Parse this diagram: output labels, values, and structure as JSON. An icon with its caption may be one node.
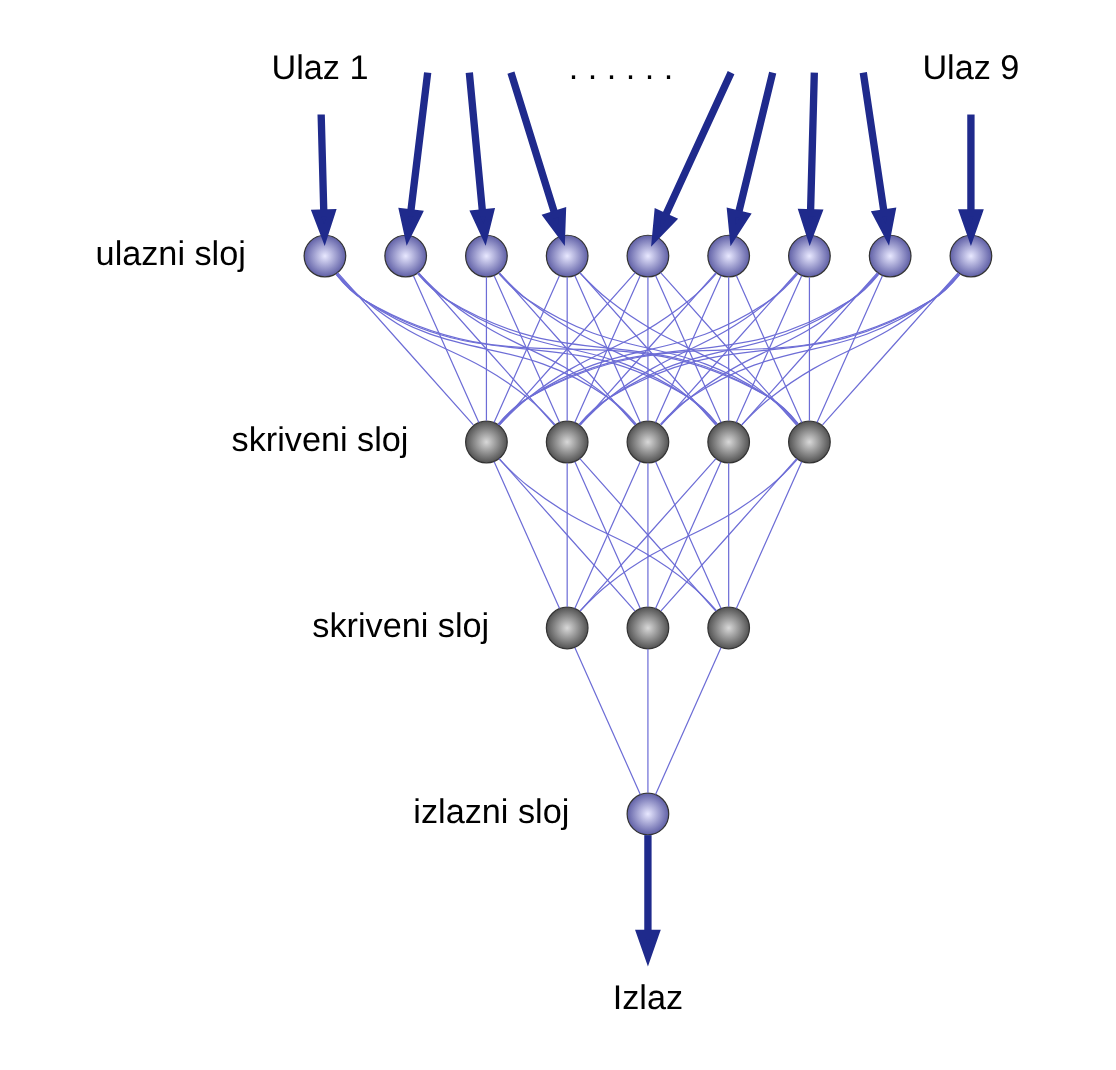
{
  "diagram": {
    "nodes": [
      {
        "text": [
          "Ulaz 1"
        ]
      },
      {
        "text": [
          "Ulaz 9"
        ]
      },
      {
        "text": [],
        "shape": "circle"
      },
      {
        "text": [],
        "shape": "circle"
      },
      {
        "text": [],
        "shape": "circle"
      },
      {
        "text": [],
        "shape": "circle"
      },
      {
        "text": [],
        "shape": "circle"
      },
      {
        "text": [],
        "shape": "circle"
      },
      {
        "text": [],
        "shape": "circle"
      },
      {
        "text": [],
        "shape": "circle"
      },
      {
        "text": [],
        "shape": "circle"
      },
      {
        "text": [],
        "shape": "circle"
      },
      {
        "text": [],
        "shape": "circle"
      },
      {
        "text": [],
        "shape": "circle"
      },
      {
        "text": [],
        "shape": "circle"
      },
      {
        "text": [],
        "shape": "circle"
      },
      {
        "text": [],
        "shape": "circle"
      },
      {
        "text": [],
        "shape": "circle"
      },
      {
        "text": [],
        "shape": "circle"
      },
      {
        "text": [],
        "shape": "circle"
      },
      {
        "text": [
          "Izlaz"
        ]
      }
    ],
    "edges": [
      {
        "from": 0,
        "to": 2,
        "arrow": "to",
        "style": "thick",
        "color": "#1f2a8c"
      },
      {
        "from": null,
        "to": 3,
        "arrow": "to",
        "style": "thick",
        "color": "#1f2a8c"
      },
      {
        "from": null,
        "to": 4,
        "arrow": "to",
        "style": "thick",
        "color": "#1f2a8c"
      },
      {
        "from": null,
        "to": 5,
        "arrow": "to",
        "style": "thick",
        "color": "#1f2a8c"
      },
      {
        "from": null,
        "to": 6,
        "arrow": "to",
        "style": "thick",
        "color": "#1f2a8c"
      },
      {
        "from": null,
        "to": 7,
        "arrow": "to",
        "style": "thick",
        "color": "#1f2a8c"
      },
      {
        "from": null,
        "to": 8,
        "arrow": "to",
        "style": "thick",
        "color": "#1f2a8c"
      },
      {
        "from": null,
        "to": 9,
        "arrow": "to",
        "style": "thick",
        "color": "#1f2a8c"
      },
      {
        "from": 1,
        "to": 10,
        "arrow": "to",
        "style": "thick",
        "color": "#1f2a8c"
      },
      {
        "from": 2,
        "to": 11,
        "arrow": "none"
      },
      {
        "from": 2,
        "to": 12,
        "arrow": "none"
      },
      {
        "from": 2,
        "to": 13,
        "arrow": "none"
      },
      {
        "from": 2,
        "to": 14,
        "arrow": "none"
      },
      {
        "from": 2,
        "to": 15,
        "arrow": "none"
      },
      {
        "from": 3,
        "to": 11,
        "arrow": "none"
      },
      {
        "from": 3,
        "to": 12,
        "arrow": "none"
      },
      {
        "from": 3,
        "to": 13,
        "arrow": "none"
      },
      {
        "from": 3,
        "to": 14,
        "arrow": "none"
      },
      {
        "from": 3,
        "to": 15,
        "arrow": "none"
      },
      {
        "from": 4,
        "to": 11,
        "arrow": "none"
      },
      {
        "from": 4,
        "to": 12,
        "arrow": "none"
      },
      {
        "from": 4,
        "to": 13,
        "arrow": "none"
      },
      {
        "from": 4,
        "to": 14,
        "arrow": "none"
      },
      {
        "from": 4,
        "to": 15,
        "arrow": "none"
      },
      {
        "from": 5,
        "to": 11,
        "arrow": "none"
      },
      {
        "from": 5,
        "to": 12,
        "arrow": "none"
      },
      {
        "from": 5,
        "to": 13,
        "arrow": "none"
      },
      {
        "from": 5,
        "to": 14,
        "arrow": "none"
      },
      {
        "from": 5,
        "to": 15,
        "arrow": "none"
      },
      {
        "from": 6,
        "to": 11,
        "arrow": "none"
      },
      {
        "from": 6,
        "to": 12,
        "arrow": "none"
      },
      {
        "from": 6,
        "to": 13,
        "arrow": "none"
      },
      {
        "from": 6,
        "to": 14,
        "arrow": "none"
      },
      {
        "from": 6,
        "to": 15,
        "arrow": "none"
      },
      {
        "from": 7,
        "to": 11,
        "arrow": "none"
      },
      {
        "from": 7,
        "to": 12,
        "arrow": "none"
      },
      {
        "from": 7,
        "to": 13,
        "arrow": "none"
      },
      {
        "from": 7,
        "to": 14,
        "arrow": "none"
      },
      {
        "from": 7,
        "to": 15,
        "arrow": "none"
      },
      {
        "from": 8,
        "to": 11,
        "arrow": "none"
      },
      {
        "from": 8,
        "to": 12,
        "arrow": "none"
      },
      {
        "from": 8,
        "to": 13,
        "arrow": "none"
      },
      {
        "from": 8,
        "to": 14,
        "arrow": "none"
      },
      {
        "from": 8,
        "to": 15,
        "arrow": "none"
      },
      {
        "from": 9,
        "to": 11,
        "arrow": "none"
      },
      {
        "from": 9,
        "to": 12,
        "arrow": "none"
      },
      {
        "from": 9,
        "to": 13,
        "arrow": "none"
      },
      {
        "from": 9,
        "to": 14,
        "arrow": "none"
      },
      {
        "from": 9,
        "to": 15,
        "arrow": "none"
      },
      {
        "from": 10,
        "to": 11,
        "arrow": "none"
      },
      {
        "from": 10,
        "to": 12,
        "arrow": "none"
      },
      {
        "from": 10,
        "to": 13,
        "arrow": "none"
      },
      {
        "from": 10,
        "to": 14,
        "arrow": "none"
      },
      {
        "from": 10,
        "to": 15,
        "arrow": "none"
      },
      {
        "from": 11,
        "to": 16,
        "arrow": "none"
      },
      {
        "from": 11,
        "to": 17,
        "arrow": "none"
      },
      {
        "from": 11,
        "to": 18,
        "arrow": "none"
      },
      {
        "from": 12,
        "to": 16,
        "arrow": "none"
      },
      {
        "from": 12,
        "to": 17,
        "arrow": "none"
      },
      {
        "from": 12,
        "to": 18,
        "arrow": "none"
      },
      {
        "from": 13,
        "to": 16,
        "arrow": "none"
      },
      {
        "from": 13,
        "to": 17,
        "arrow": "none"
      },
      {
        "from": 13,
        "to": 18,
        "arrow": "none"
      },
      {
        "from": 14,
        "to": 16,
        "arrow": "none"
      },
      {
        "from": 14,
        "to": 17,
        "arrow": "none"
      },
      {
        "from": 14,
        "to": 18,
        "arrow": "none"
      },
      {
        "from": 15,
        "to": 16,
        "arrow": "none"
      },
      {
        "from": 15,
        "to": 17,
        "arrow": "none"
      },
      {
        "from": 15,
        "to": 18,
        "arrow": "none"
      },
      {
        "from": 16,
        "to": 19,
        "arrow": "none"
      },
      {
        "from": 17,
        "to": 19,
        "arrow": "none"
      },
      {
        "from": 18,
        "to": 19,
        "arrow": "none"
      },
      {
        "from": 19,
        "to": 20,
        "arrow": "to",
        "style": "thick",
        "color": "#1f2a8c"
      }
    ],
    "labels": [
      ". . . . . .",
      "ulazni sloj",
      "skriveni sloj",
      "skriveni sloj",
      "izlazni sloj"
    ]
  }
}
